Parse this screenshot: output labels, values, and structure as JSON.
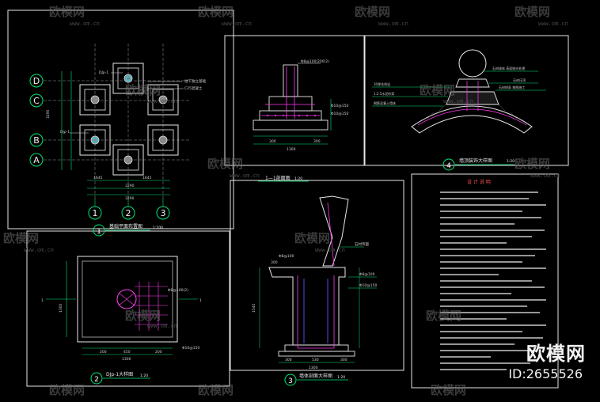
{
  "watermark": {
    "brand": "欧模网",
    "url": "www.om.cn",
    "id_label": "ID:2655526"
  },
  "panels": {
    "plan": {
      "title": "基础平面布置图",
      "scale": "1:100",
      "number": "1",
      "row_labels": [
        "D",
        "C",
        "B",
        "A"
      ],
      "col_labels": [
        "1",
        "2",
        "3"
      ]
    },
    "section_1": {
      "title": "1—1剖面图",
      "scale": "1:20"
    },
    "detail_4": {
      "title": "墙顶装饰大样图",
      "scale": "1:20",
      "number": "4"
    },
    "detail_2": {
      "title": "DJp-1大样图",
      "scale": "1:20",
      "number": "2"
    },
    "detail_3": {
      "title": "墙体剖面大样图",
      "scale": "1:20",
      "number": "3"
    },
    "notes": {
      "title": "设 计 说 明"
    }
  }
}
